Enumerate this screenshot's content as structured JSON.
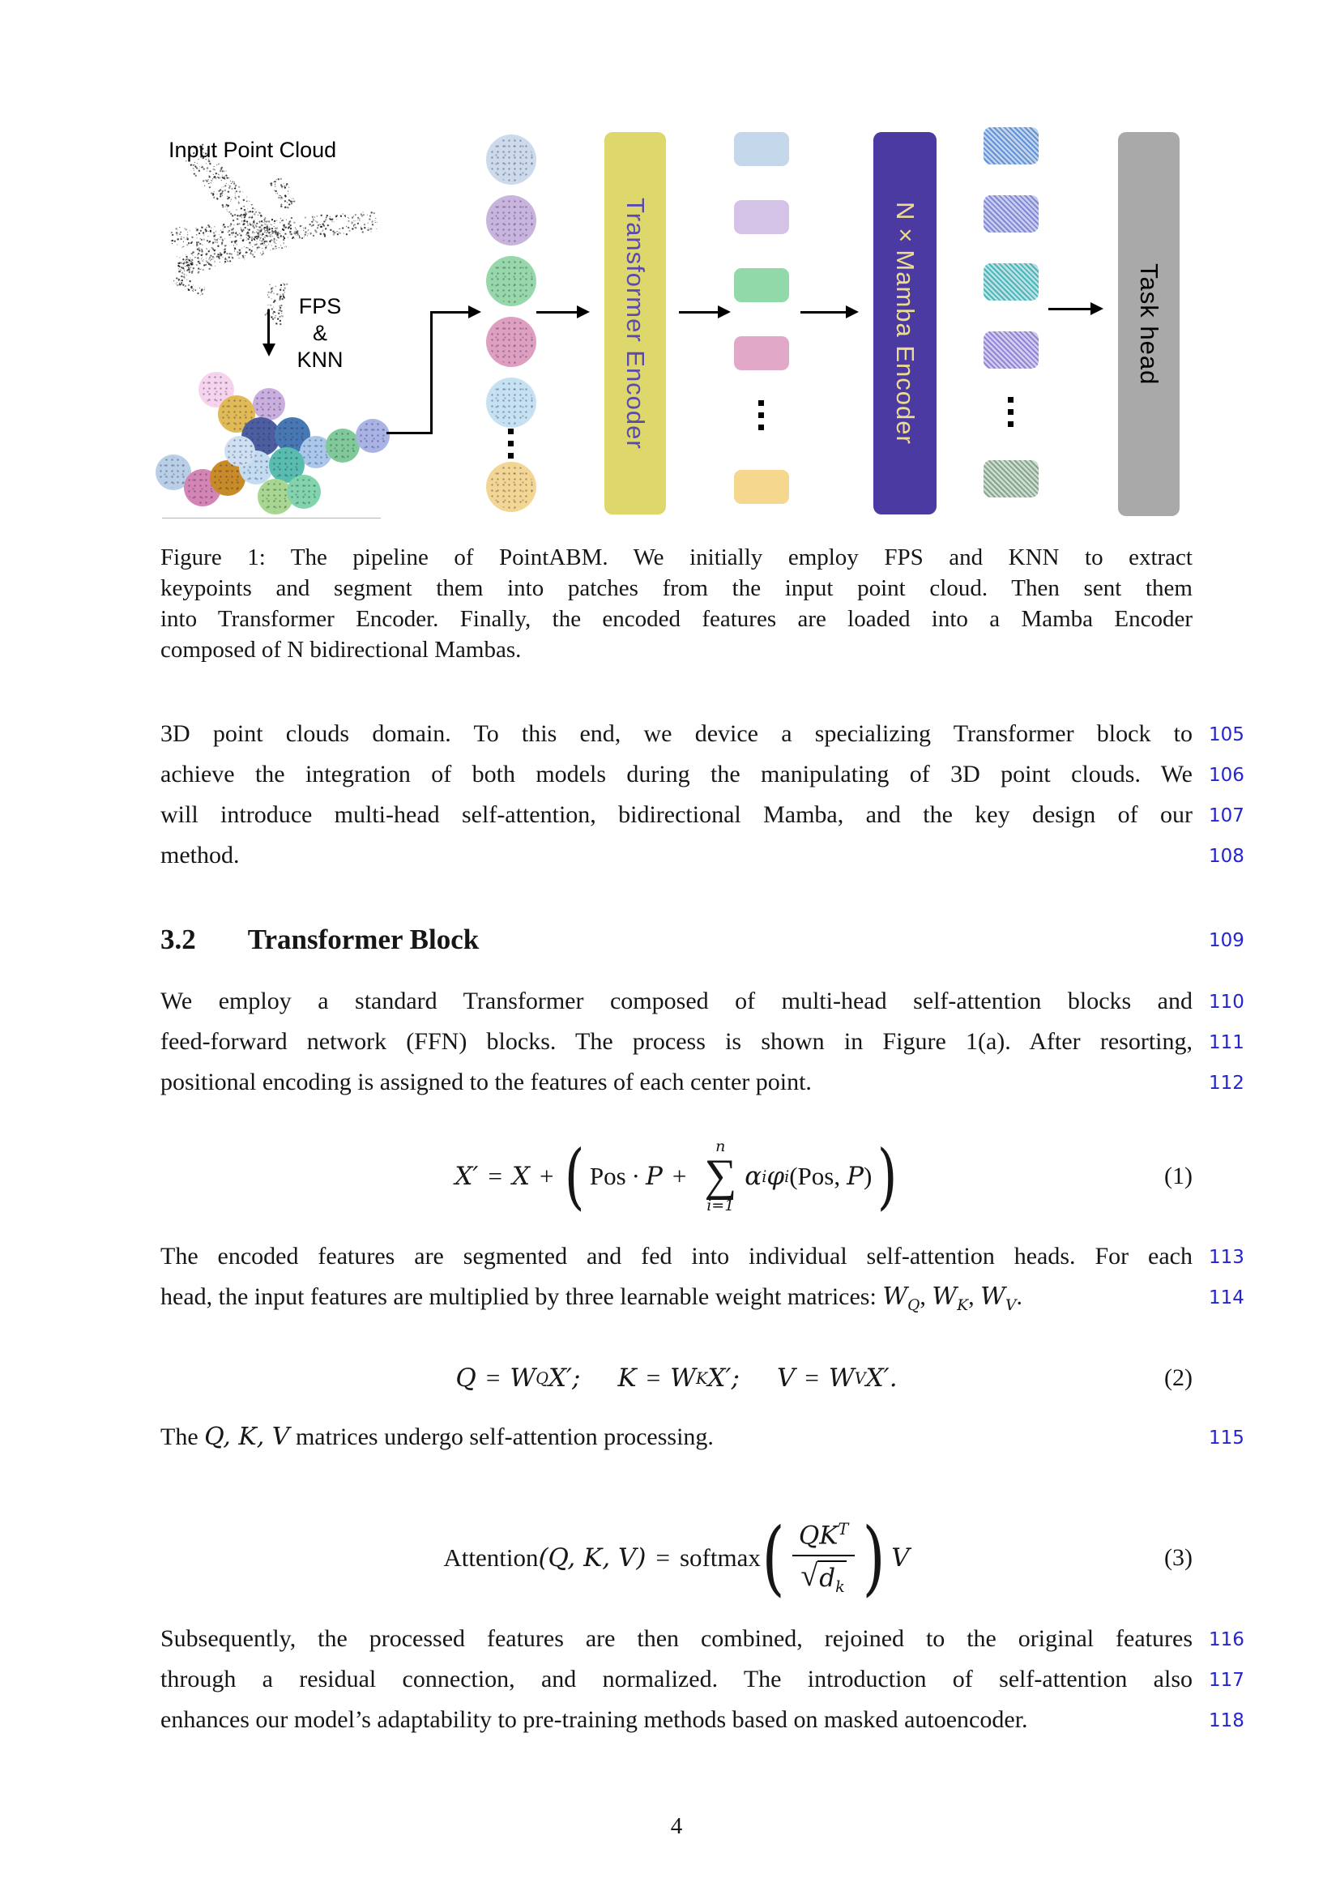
{
  "figure": {
    "input_label": "Input Point Cloud",
    "fps": "FPS",
    "amp": "&",
    "knn": "KNN",
    "boxes": {
      "transformer": {
        "label": "Transformer Encoder",
        "bg": "#ded76c",
        "fg": "#5b4aae"
      },
      "mamba": {
        "label": "N×Mamba Encoder",
        "bg": "#4c3aa3",
        "fg": "#ecdc8e"
      },
      "task": {
        "label": "Task head",
        "bg": "#a9a9a9",
        "fg": "#000000"
      }
    },
    "patch_tokens": [
      "#ccdaec",
      "#c9b4de",
      "#97d8ab",
      "#df9fc0",
      "#c6e2f2",
      "#f3d694"
    ],
    "feature_tokens": [
      "#c5d7eb",
      "#d5c3e7",
      "#92d9aa",
      "#e1a9c7",
      "#f5d78e"
    ],
    "mamba_tokens": [
      {
        "stripe": "#6292d2",
        "base": "#c2d4ee"
      },
      {
        "stripe": "#8089d2",
        "base": "#c9cdf0"
      },
      {
        "stripe": "#4ab4b8",
        "base": "#bce2e4"
      },
      {
        "stripe": "#9184d2",
        "base": "#d2ccf0"
      },
      {
        "stripe": "#85a48c",
        "base": "#cedcd2"
      }
    ],
    "patch_cluster": [
      [
        267,
        481,
        44,
        "#f6d4ee"
      ],
      [
        332,
        499,
        40,
        "#c9aede"
      ],
      [
        292,
        511,
        46,
        "#e2ba55"
      ],
      [
        322,
        539,
        48,
        "#4c5ea0"
      ],
      [
        361,
        537,
        44,
        "#4878b4"
      ],
      [
        390,
        558,
        40,
        "#aac8ea"
      ],
      [
        423,
        550,
        42,
        "#80ca9a"
      ],
      [
        460,
        538,
        42,
        "#a9b3e6"
      ],
      [
        214,
        583,
        44,
        "#b9cfe8"
      ],
      [
        250,
        602,
        46,
        "#d585b5"
      ],
      [
        281,
        590,
        44,
        "#c88b28"
      ],
      [
        316,
        577,
        42,
        "#c4dcf2"
      ],
      [
        354,
        574,
        44,
        "#58bcae"
      ],
      [
        340,
        613,
        44,
        "#a8d88f"
      ],
      [
        375,
        607,
        42,
        "#82d4ac"
      ],
      [
        296,
        557,
        38,
        "#cfe0f2"
      ]
    ]
  },
  "caption": {
    "lines": [
      "Figure 1:  The pipeline of PointABM.  We initially employ FPS and KNN to extract",
      "keypoints and segment them into patches from the input point cloud.  Then sent them",
      "into Transformer Encoder.  Finally, the encoded features are loaded into a Mamba Encoder",
      "composed of N bidirectional Mambas."
    ]
  },
  "para1": {
    "lines": [
      "3D point clouds domain.  To this end, we device a specializing Transformer block to",
      "achieve the integration of both models during the manipulating of 3D point clouds. We",
      "will introduce multi-head self-attention, bidirectional Mamba, and the key design of our",
      "method."
    ]
  },
  "heading": {
    "number": "3.2",
    "title": "Transformer Block"
  },
  "para2": {
    "lines": [
      "We employ a standard Transformer composed of multi-head self-attention blocks and",
      "feed-forward network (FFN) blocks. The process is shown in Figure 1(a). After resorting,",
      "positional encoding is assigned to the features of each center point."
    ]
  },
  "para3": {
    "line1": "The encoded features are segmented and fed into individual self-attention heads. For each",
    "line2_text": "head, the input features are multiplied by three learnable weight matrices: ",
    "math": {
      "w": "W",
      "q": "Q",
      "k": "K",
      "v": "V",
      "sep": ", ",
      "end": "."
    }
  },
  "para4": {
    "pre": "The ",
    "math": "Q, K, V",
    "post": " matrices undergo self-attention processing."
  },
  "para5": {
    "lines": [
      "Subsequently, the processed features are then combined, rejoined to the original features",
      "through a residual connection, and normalized.  The introduction of self-attention also",
      "enhances our model’s adaptability to pre-training methods based on masked autoencoder."
    ]
  },
  "equations": {
    "eq1": {
      "number": "(1)",
      "x1": "X′",
      "eq": "=",
      "x2": "X",
      "plus": "+",
      "lp": "(",
      "pos": "Pos",
      "cdot": "·",
      "p": "P",
      "plus2": "+",
      "sumtop": "n",
      "sum": "∑",
      "sumbot": "i=1",
      "alpha": "α",
      "isub": "i",
      "phi": "φ",
      "isub2": "i",
      "args_pre": "(Pos,",
      "args_p": "P",
      "args_post": ")",
      "rp": ")"
    },
    "eq2": {
      "number": "(2)",
      "eq": "=",
      "t1": {
        "l": "Q",
        "w": "W",
        "s": "Q",
        "x": "X′;"
      },
      "t2": {
        "l": "K",
        "w": "W",
        "s": "K",
        "x": "X′;"
      },
      "t3": {
        "l": "V",
        "w": "W",
        "s": "V",
        "x": "X′."
      }
    },
    "eq3": {
      "number": "(3)",
      "att": "Attention",
      "args": "(Q, K, V)",
      "eq": "=",
      "soft": "softmax",
      "lp": "(",
      "qk": "QK",
      "t": "T",
      "sqrt": "√",
      "d": "d",
      "k": "k",
      "rp": ")",
      "v": "V"
    }
  },
  "line_numbers": [
    "105",
    "106",
    "107",
    "108",
    "109",
    "110",
    "111",
    "112",
    "113",
    "114",
    "115",
    "116",
    "117",
    "118"
  ],
  "line_number_color": "#2424d0",
  "page_number": "4"
}
